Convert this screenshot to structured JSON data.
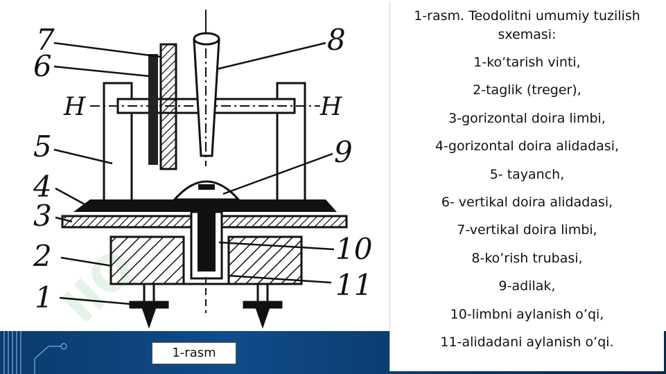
{
  "diagram": {
    "part_numbers": [
      "1",
      "2",
      "3",
      "4",
      "5",
      "6",
      "7",
      "8",
      "9",
      "10",
      "11"
    ],
    "axis_label": "H"
  },
  "caption": {
    "title": "1-rasm. Teodolitni umumiy tuzilish sxemasi:",
    "items": [
      "1-ko’tarish vinti,",
      "2-taglik (treger),",
      "3-gorizontal doira limbi,",
      "4-gorizontal doira alidadasi,",
      "5- tayanch,",
      "6- vertikal doira alidadasi,",
      "7-vertikal doira limbi,",
      "8-ko’rish trubasi,",
      "9-adilak,",
      "10-limbni aylanish o’qi,",
      "11-alidadani aylanish o’qi."
    ]
  },
  "figure_label": "1-rasm",
  "watermark": "IIQSOFT",
  "colors": {
    "band": "#0b3a6e",
    "ink": "#111111",
    "watermark": "#2a9a4a"
  }
}
